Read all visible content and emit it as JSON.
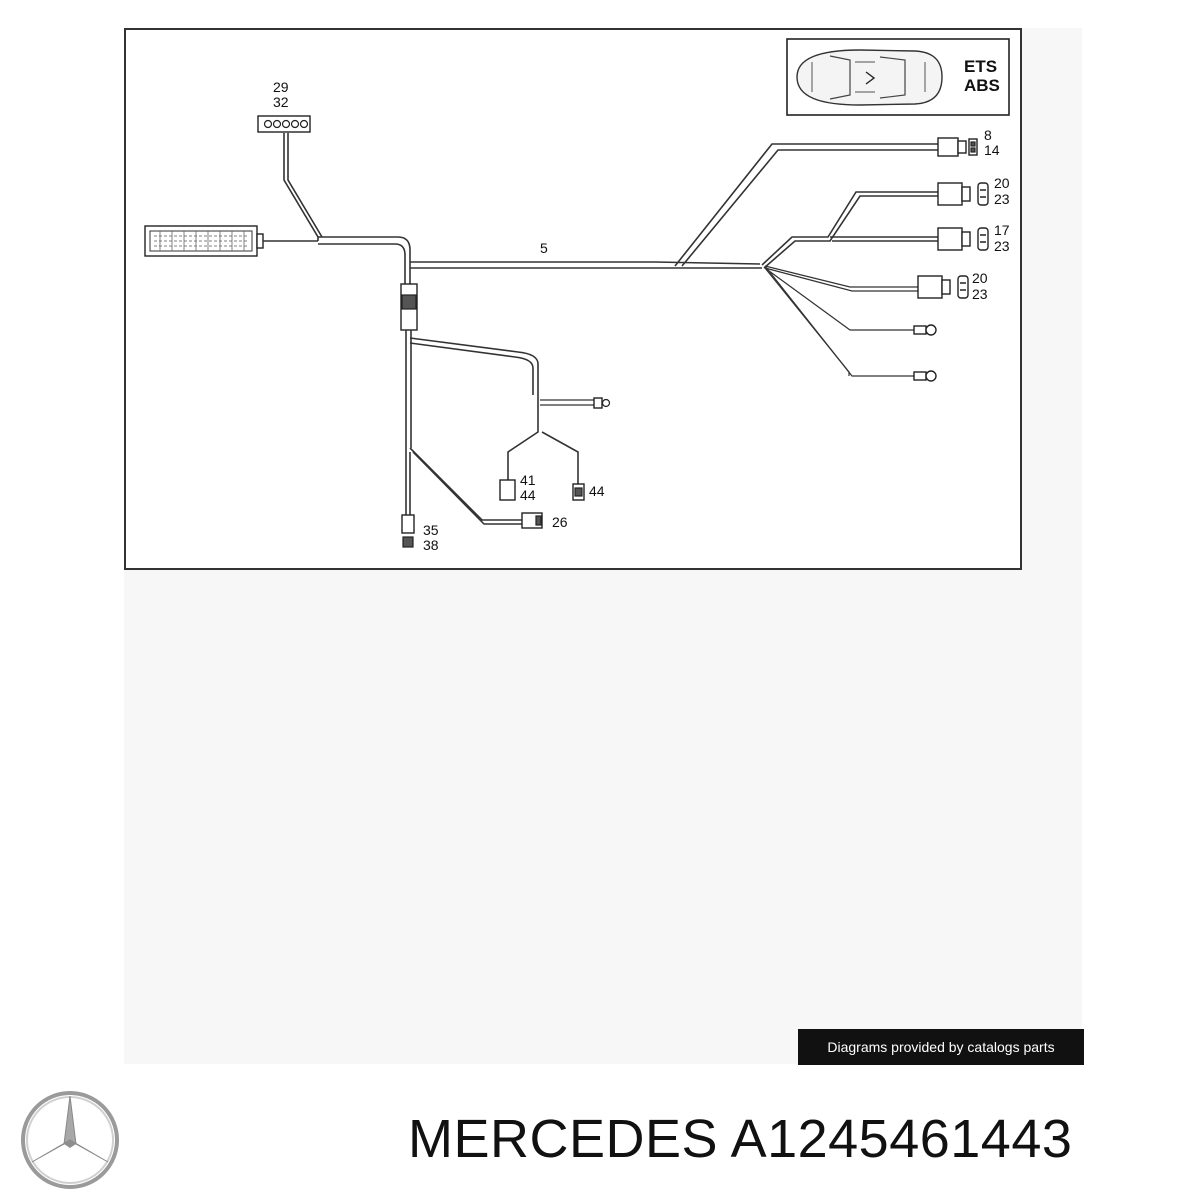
{
  "diagram": {
    "badge": {
      "line1": "ETS",
      "line2": "ABS"
    },
    "callouts": {
      "c29": "29",
      "c32": "32",
      "c5": "5",
      "c8": "8",
      "c14": "14",
      "c20a": "20",
      "c23a": "23",
      "c17": "17",
      "c23b": "23",
      "c20b": "20",
      "c23c": "23",
      "c41": "41",
      "c44a": "44",
      "c44b": "44",
      "c26": "26",
      "c35": "35",
      "c38": "38"
    }
  },
  "footer": {
    "credit": "Diagrams provided by catalogs parts",
    "title": "MERCEDES A1245461443"
  },
  "icons": {
    "logo": "mercedes-star-icon"
  },
  "colors": {
    "credit_bg": "#111111",
    "line": "#333333"
  }
}
